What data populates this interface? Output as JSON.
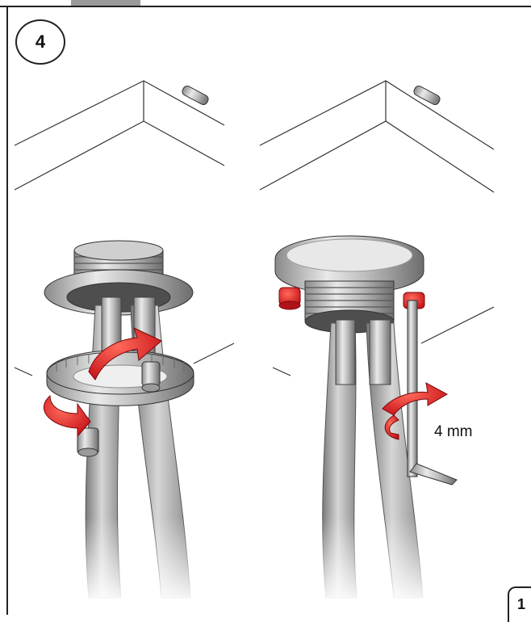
{
  "step": {
    "number": "4"
  },
  "annotation": {
    "wrench_size": "4 mm"
  },
  "page": {
    "number": "1"
  },
  "colors": {
    "accent_red": "#e02424",
    "metal_light": "#d9d9d9",
    "metal_dark": "#6f6f6f",
    "outline": "#222222"
  }
}
